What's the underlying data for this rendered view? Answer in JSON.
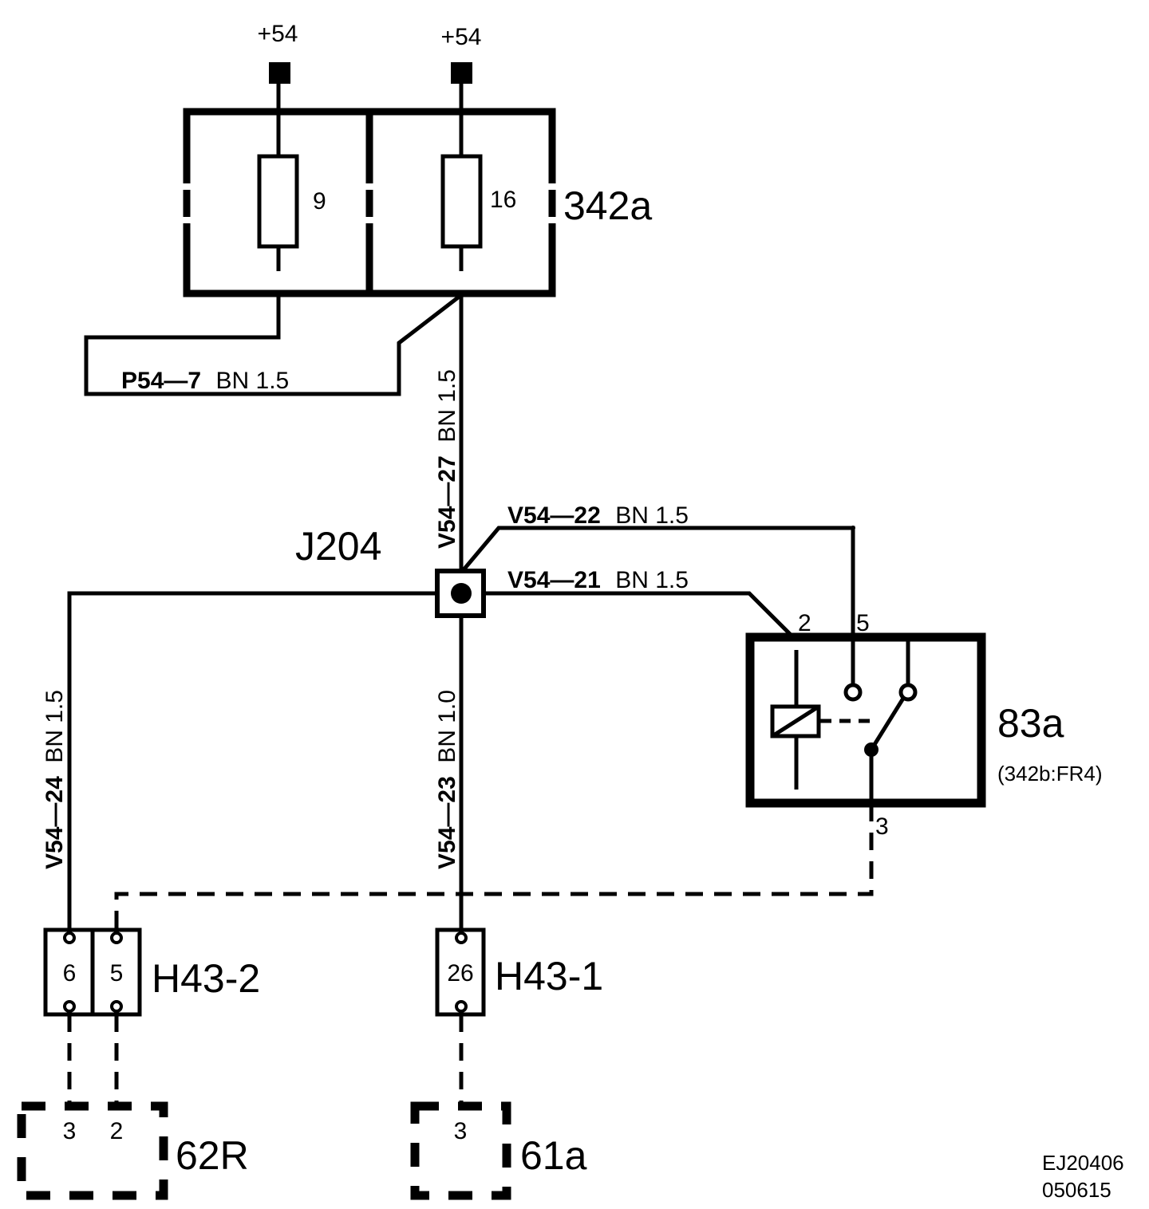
{
  "supply": {
    "left": "+54",
    "right": "+54"
  },
  "fuse_box": {
    "id": "342a",
    "fuse_left": "9",
    "fuse_right": "16"
  },
  "wires": {
    "p54_7": {
      "code": "P54—7",
      "spec": "BN 1.5"
    },
    "v54_27": {
      "code": "V54—27",
      "spec": "BN 1.5"
    },
    "v54_22": {
      "code": "V54—22",
      "spec": "BN 1.5"
    },
    "v54_21": {
      "code": "V54—21",
      "spec": "BN 1.5"
    },
    "v54_24": {
      "code": "V54—24",
      "spec": "BN 1.5"
    },
    "v54_23": {
      "code": "V54—23",
      "spec": "BN 1.0"
    }
  },
  "junction": {
    "id": "J204"
  },
  "relay": {
    "id": "83a",
    "location": "(342b:FR4)",
    "pin_2": "2",
    "pin_5": "5",
    "pin_3": "3"
  },
  "connector_h43_2": {
    "id": "H43-2",
    "pin_a": "6",
    "pin_b": "5"
  },
  "connector_h43_1": {
    "id": "H43-1",
    "pin": "26"
  },
  "component_62r": {
    "id": "62R",
    "pin_a": "3",
    "pin_b": "2"
  },
  "component_61a": {
    "id": "61a",
    "pin": "3"
  },
  "drawing": {
    "number": "EJ20406",
    "date": "050615"
  }
}
